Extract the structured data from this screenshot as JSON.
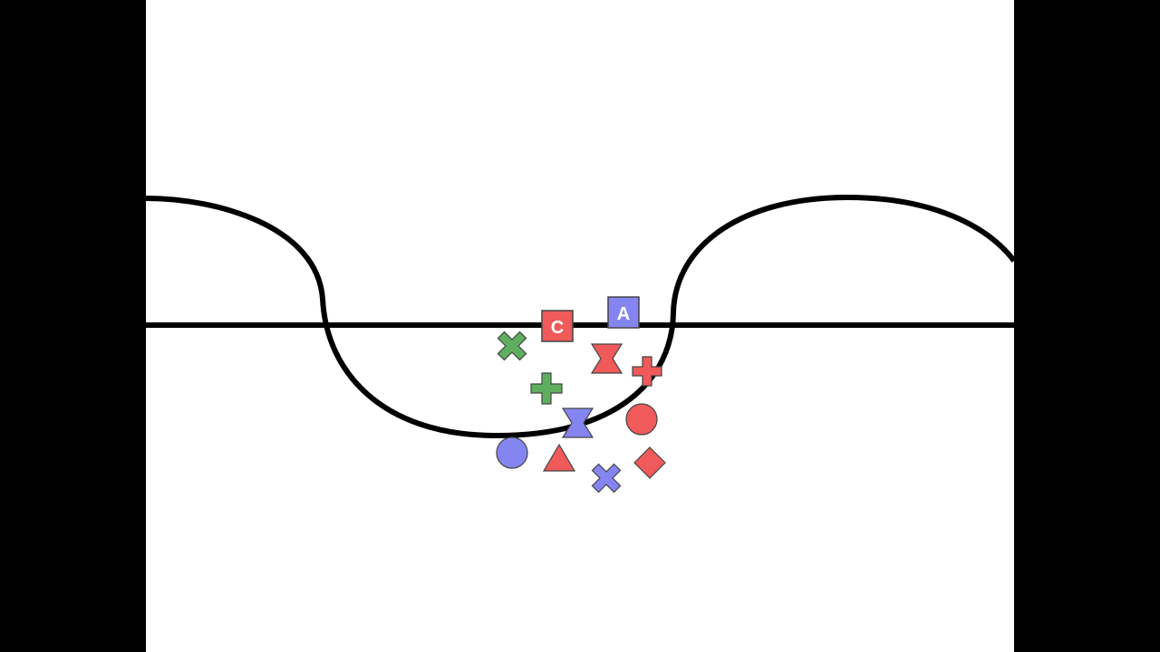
{
  "colors": {
    "background": "#000000",
    "canvas": "#ffffff",
    "line": "#000000",
    "red": "#f05a5a",
    "green": "#5fae5f",
    "blue": "#8585f2",
    "outline": "#444444",
    "label_text": "#ffffff"
  },
  "labels": {
    "c": "C",
    "a": "A"
  },
  "shapes": [
    {
      "id": "square-c",
      "kind": "labeled-square",
      "color": "red",
      "label": "C"
    },
    {
      "id": "square-a",
      "kind": "labeled-square",
      "color": "blue",
      "label": "A"
    },
    {
      "id": "cross-green",
      "kind": "x-cross",
      "color": "green"
    },
    {
      "id": "hourglass-red",
      "kind": "hourglass",
      "color": "red"
    },
    {
      "id": "plus-red",
      "kind": "plus",
      "color": "red"
    },
    {
      "id": "plus-green",
      "kind": "plus",
      "color": "green"
    },
    {
      "id": "hourglass-blue",
      "kind": "hourglass",
      "color": "blue"
    },
    {
      "id": "circle-red",
      "kind": "circle",
      "color": "red"
    },
    {
      "id": "circle-blue",
      "kind": "circle",
      "color": "blue"
    },
    {
      "id": "triangle-red",
      "kind": "triangle",
      "color": "red"
    },
    {
      "id": "diamond-red",
      "kind": "diamond",
      "color": "red"
    },
    {
      "id": "cross-blue",
      "kind": "x-cross",
      "color": "blue"
    }
  ]
}
